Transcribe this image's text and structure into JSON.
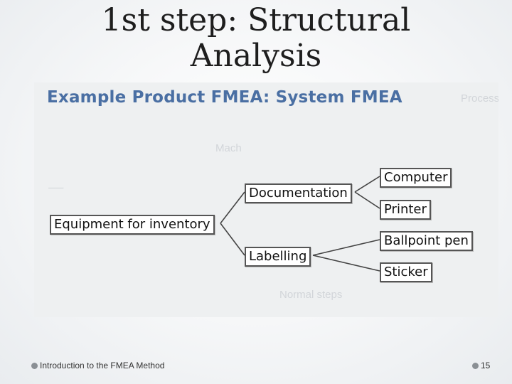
{
  "slide": {
    "title_line1": "1st step: Structural",
    "title_line2": "Analysis"
  },
  "figure": {
    "heading": "Example Product FMEA: System FMEA",
    "root": "Equipment for inventory",
    "branches": [
      {
        "label": "Documentation",
        "children": [
          "Computer",
          "Printer"
        ]
      },
      {
        "label": "Labelling",
        "children": [
          "Ballpoint pen",
          "Sticker"
        ]
      }
    ]
  },
  "footer": {
    "text": "Introduction to the FMEA Method",
    "page_number": "15"
  }
}
